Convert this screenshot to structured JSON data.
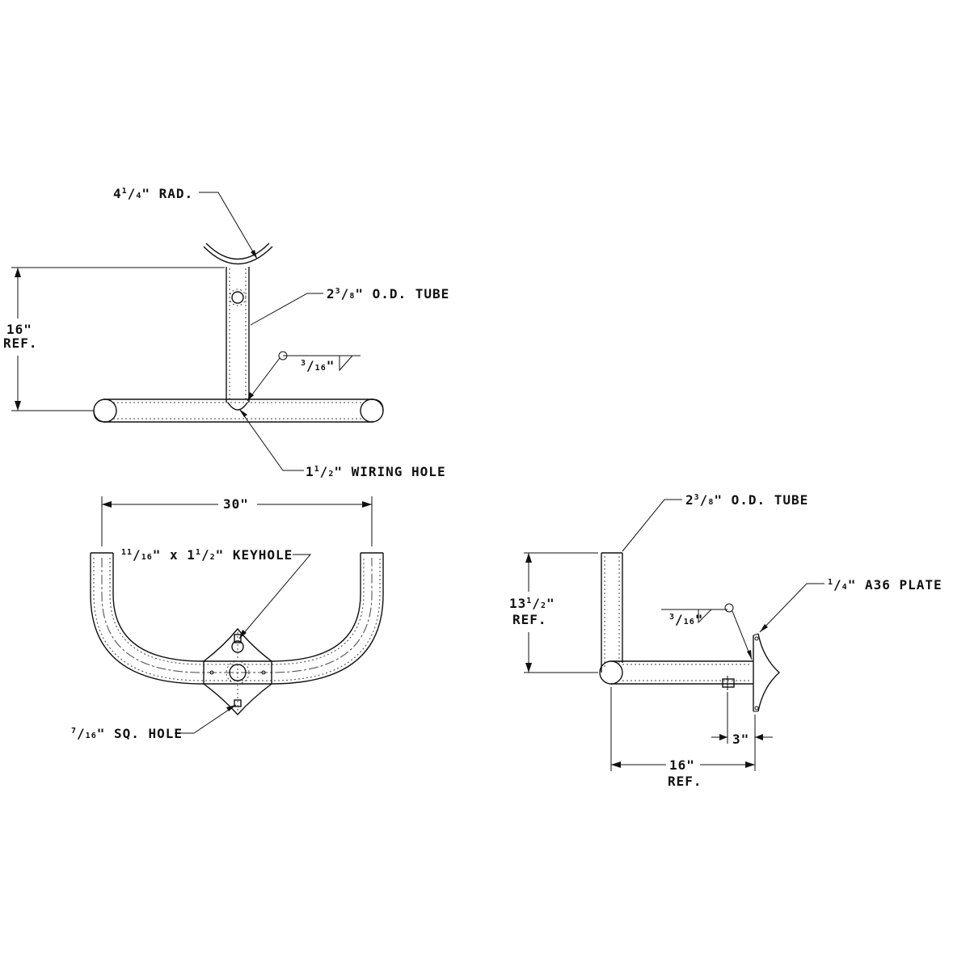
{
  "front_view": {
    "radius_label": {
      "pre": "4",
      "num": "1",
      "den": "4",
      "post": "\" RAD."
    },
    "tube_label": {
      "pre": "2",
      "num": "3",
      "den": "8",
      "post": "\" O.D. TUBE"
    },
    "weld_label": {
      "num": "3",
      "den": "16",
      "post": "\""
    },
    "hole_label": {
      "pre": "1",
      "num": "1",
      "den": "2",
      "post": "\" WIRING HOLE"
    },
    "height_dim": {
      "value": "16\"",
      "ref": "REF."
    }
  },
  "top_view": {
    "width_dim": "30\"",
    "keyhole_label": {
      "n1": "11",
      "d1": "16",
      "mid": "\" x 1",
      "n2": "1",
      "d2": "2",
      "post": "\" KEYHOLE"
    },
    "sq_hole_label": {
      "num": "7",
      "den": "16",
      "post": "\" SQ. HOLE"
    }
  },
  "side_view": {
    "tube_label": {
      "pre": "2",
      "num": "3",
      "den": "8",
      "post": "\" O.D. TUBE"
    },
    "plate_label": {
      "num": "1",
      "den": "4",
      "post": "\" A36 PLATE"
    },
    "weld_label": {
      "num": "3",
      "den": "16",
      "post": "\""
    },
    "height_dim": {
      "pre": "13",
      "num": "1",
      "den": "2",
      "post": "\"",
      "ref": "REF."
    },
    "offset_dim": "3\"",
    "length_dim": {
      "value": "16\"",
      "ref": "REF."
    }
  }
}
